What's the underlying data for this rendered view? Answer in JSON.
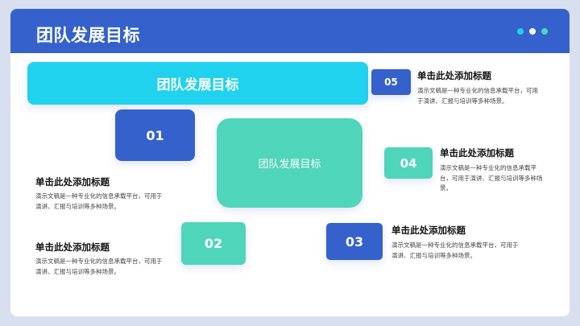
{
  "header": {
    "title": "团队发展目标",
    "dots": [
      "#22d0ee",
      "#ffffff",
      "#4fd5b9"
    ]
  },
  "banner": {
    "label": "团队发展目标"
  },
  "center": {
    "label": "团队发展目标"
  },
  "items": [
    {
      "num": "01",
      "title": "单击此处添加标题",
      "desc": "演示文稿是一种专业化的信息承载平台，可用于演讲、汇报与培训等多种场景。"
    },
    {
      "num": "02",
      "title": "单击此处添加标题",
      "desc": "演示文稿是一种专业化的信息承载平台，可用于演讲、汇报与培训等多种场景。"
    },
    {
      "num": "03",
      "title": "单击此处添加标题",
      "desc": "演示文稿是一种专业化的信息承载平台，可用于演讲、汇报与培训等多种场景。"
    },
    {
      "num": "04",
      "title": "单击此处添加标题",
      "desc": "演示文稿是一种专业化的信息承载平台，可用于演讲、汇报与培训等多种场景。"
    },
    {
      "num": "05",
      "title": "单击此处添加标题",
      "desc": "演示文稿是一种专业化的信息承载平台，可用于演讲、汇报与培训等多种场景。"
    }
  ],
  "colors": {
    "primary": "#3461cc",
    "cyan": "#20d2ee",
    "teal": "#4fd5b9",
    "background": "#d8e0f0"
  }
}
